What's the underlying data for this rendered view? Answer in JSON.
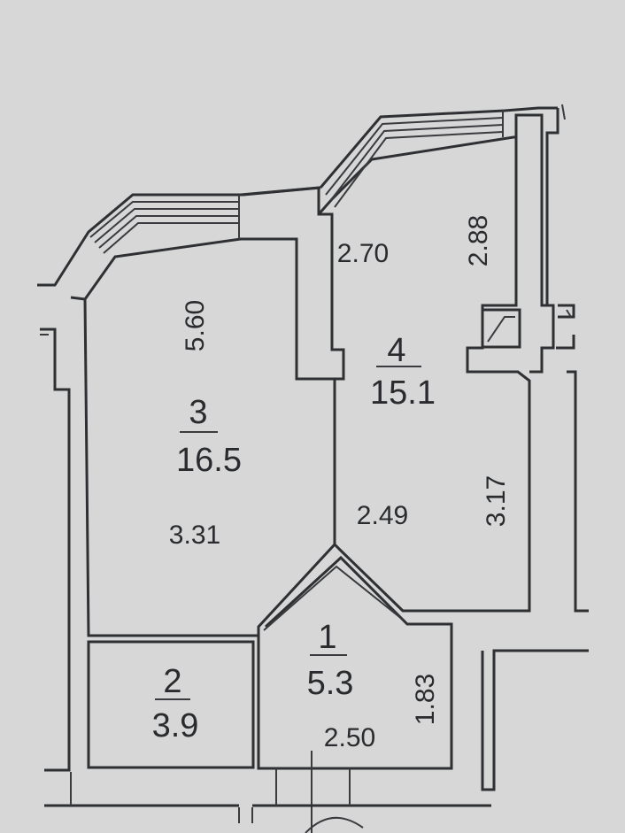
{
  "rooms": [
    {
      "number": "1",
      "area": "5.3"
    },
    {
      "number": "2",
      "area": "3.9"
    },
    {
      "number": "3",
      "area": "16.5"
    },
    {
      "number": "4",
      "area": "15.1"
    }
  ],
  "dimensions": {
    "room3_height": "5.60",
    "room3_width": "3.31",
    "room4_top_width": "2.70",
    "room4_top_height": "2.88",
    "room4_mid_width": "2.49",
    "room4_lower_height": "3.17",
    "room1_width": "2.50",
    "room1_height": "1.83"
  },
  "colors": {
    "background": "#d6d7d6",
    "wall": "#2f3033",
    "text": "#2a2b2e"
  }
}
